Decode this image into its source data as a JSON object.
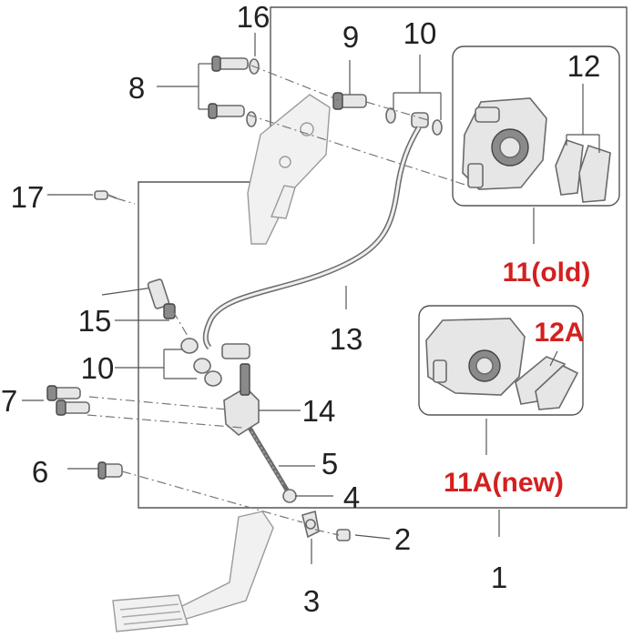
{
  "diagram": {
    "callouts": {
      "c1": "1",
      "c2": "2",
      "c3": "3",
      "c4": "4",
      "c5": "5",
      "c6": "6",
      "c7": "7",
      "c8": "8",
      "c9": "9",
      "c10a": "10",
      "c10b": "10",
      "c11": "11(old)",
      "c11a": "11A(new)",
      "c12": "12",
      "c12a": "12A",
      "c13": "13",
      "c14": "14",
      "c15": "15",
      "c16": "16",
      "c17": "17"
    },
    "colors": {
      "label": "#222222",
      "highlight": "#d42020",
      "line": "#555555",
      "part_fill": "#e6e6e6",
      "part_stroke": "#6a6a6a"
    }
  }
}
